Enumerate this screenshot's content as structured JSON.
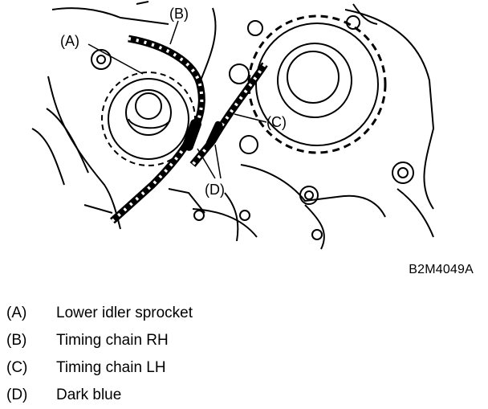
{
  "figure": {
    "callouts": {
      "a": "(A)",
      "b": "(B)",
      "c": "(C)",
      "d": "(D)"
    },
    "code": "B2M4049A"
  },
  "legend": [
    {
      "key": "(A)",
      "text": "Lower idler sprocket"
    },
    {
      "key": "(B)",
      "text": "Timing chain RH"
    },
    {
      "key": "(C)",
      "text": "Timing chain LH"
    },
    {
      "key": "(D)",
      "text": "Dark blue"
    }
  ]
}
